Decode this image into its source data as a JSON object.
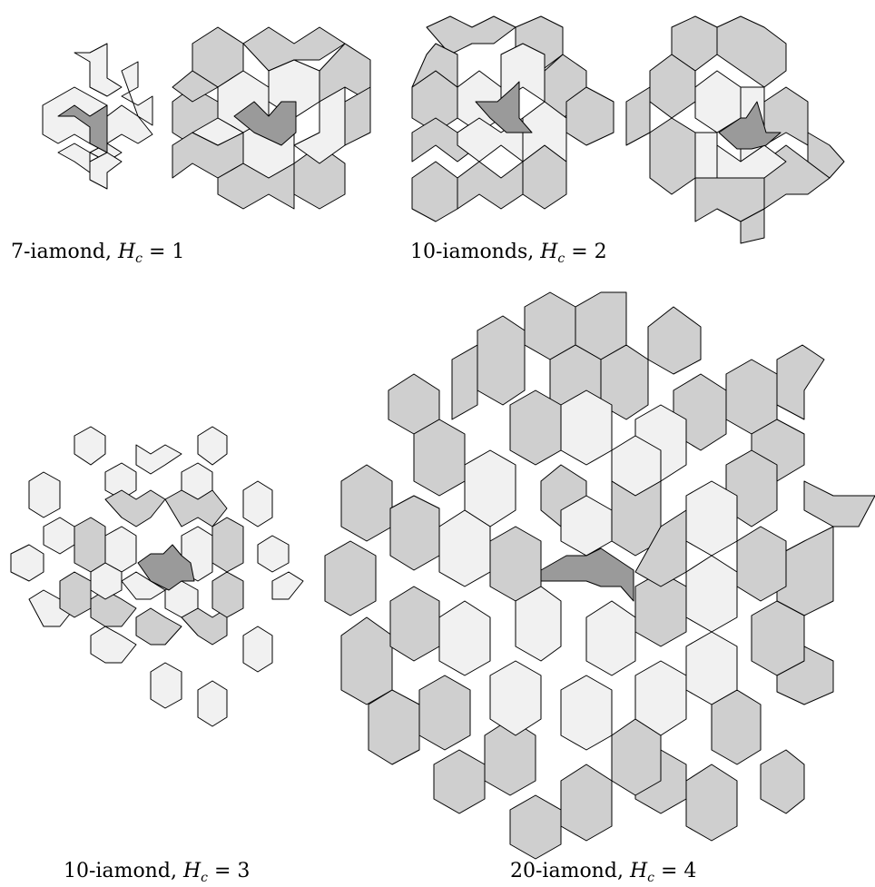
{
  "colors": {
    "center": "#9a9a9a",
    "corona_1": "#f1f1f1",
    "corona_2": "#cfcfcf",
    "outline": "#000000",
    "background": "#ffffff"
  },
  "figures": [
    {
      "caption_prefix": "7-iamond, ",
      "H": "H",
      "sub": "c",
      "eq": " = 1",
      "cells": 7,
      "coronas": 1
    },
    {
      "caption_prefix": "10-iamonds, ",
      "H": "H",
      "sub": "c",
      "eq": " = 2",
      "cells": 10,
      "coronas": 2
    },
    {
      "caption_prefix": "10-iamond, ",
      "H": "H",
      "sub": "c",
      "eq": " = 3",
      "cells": 10,
      "coronas": 3
    },
    {
      "caption_prefix": "20-iamond, ",
      "H": "H",
      "sub": "c",
      "eq": " = 4",
      "cells": 20,
      "coronas": 4
    }
  ]
}
